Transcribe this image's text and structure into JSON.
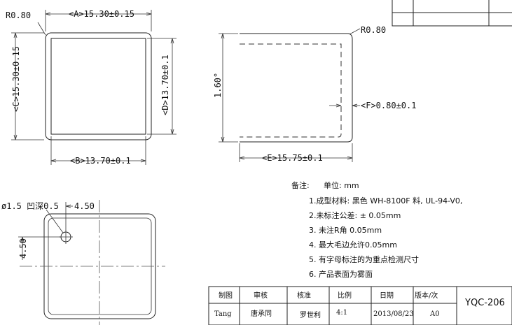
{
  "view_top": {
    "radius_label": "R0.80",
    "dim_a": "<A>15.30±0.15",
    "dim_c": "<C>15.30±0.15",
    "dim_d": "<D>13.70±0.1",
    "dim_b": "<B>13.70±0.1"
  },
  "view_side": {
    "radius_label": "R0.80",
    "height_label": "1.60°",
    "dim_f": "<F>0.80±0.1",
    "dim_e": "<E>15.75±0.1"
  },
  "view_bottom": {
    "hole_label": "ø1.5 凹深0.5",
    "dim_x": "4.50",
    "dim_y": "4.50"
  },
  "notes": {
    "header": "备注:",
    "unit": "单位: mm",
    "items": [
      "1.成型材料: 黑色 WH-8100F 料, UL-94-V0,",
      "2.未标注公差:  ±  0.05mm",
      "3. 未注R角 0.05mm",
      "4. 最大毛边允许0.05mm",
      "5. 有字母标注的为重点检测尺寸",
      "6. 产品表面为雾面"
    ]
  },
  "title_block": {
    "headers": [
      "制图",
      "审核",
      "核准",
      "比例",
      "日期",
      "版本/次"
    ],
    "values": [
      "Tang",
      "唐承同",
      "罗世利",
      "4:1",
      "2013/08/23",
      "A0"
    ],
    "part_number": "YQC-206"
  }
}
